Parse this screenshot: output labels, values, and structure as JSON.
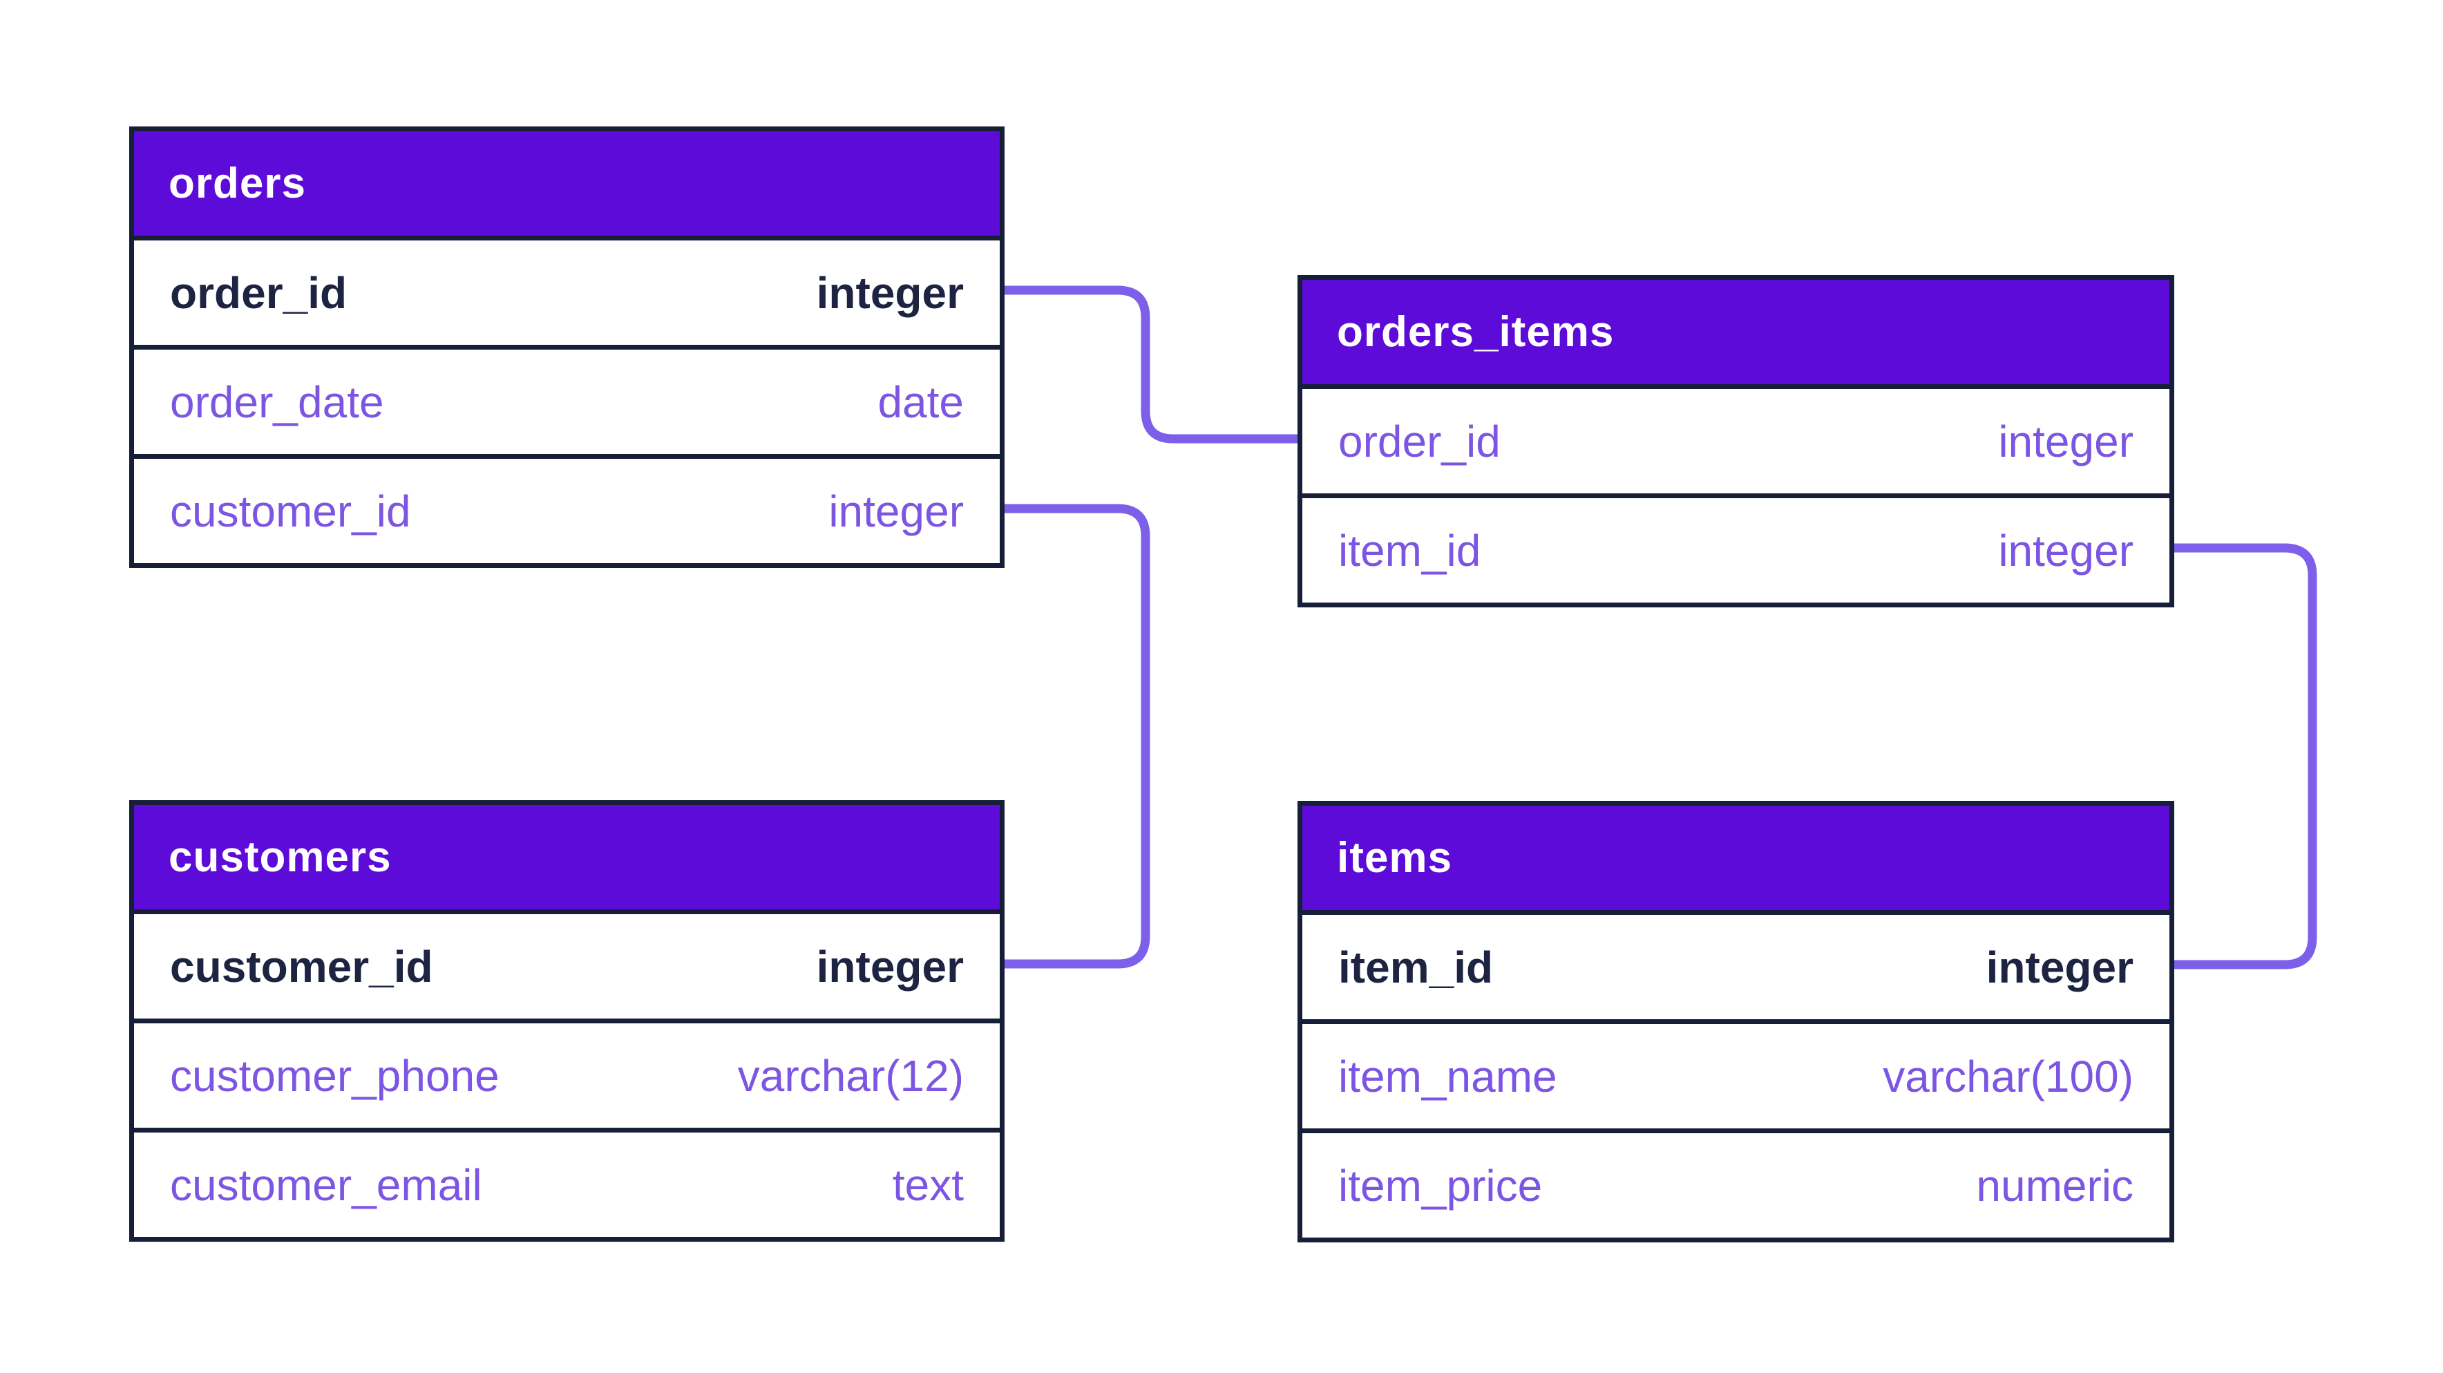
{
  "diagram": {
    "tables": [
      {
        "name": "orders",
        "columns": [
          {
            "name": "order_id",
            "type": "integer",
            "key": true
          },
          {
            "name": "order_date",
            "type": "date",
            "key": false
          },
          {
            "name": "customer_id",
            "type": "integer",
            "key": false
          }
        ]
      },
      {
        "name": "orders_items",
        "columns": [
          {
            "name": "order_id",
            "type": "integer",
            "key": false
          },
          {
            "name": "item_id",
            "type": "integer",
            "key": false
          }
        ]
      },
      {
        "name": "customers",
        "columns": [
          {
            "name": "customer_id",
            "type": "integer",
            "key": true
          },
          {
            "name": "customer_phone",
            "type": "varchar(12)",
            "key": false
          },
          {
            "name": "customer_email",
            "type": "text",
            "key": false
          }
        ]
      },
      {
        "name": "items",
        "columns": [
          {
            "name": "item_id",
            "type": "integer",
            "key": true
          },
          {
            "name": "item_name",
            "type": "varchar(100)",
            "key": false
          },
          {
            "name": "item_price",
            "type": "numeric",
            "key": false
          }
        ]
      }
    ],
    "relationships": [
      {
        "from": "orders.order_id",
        "to": "orders_items.order_id"
      },
      {
        "from": "orders.customer_id",
        "to": "customers.customer_id"
      },
      {
        "from": "orders_items.item_id",
        "to": "items.item_id"
      }
    ],
    "colors": {
      "background": "#ffffff",
      "header_bg": "#5d0bd8",
      "header_text": "#ffffff",
      "border": "#171e38",
      "key_field_text": "#1d2442",
      "field_text": "#7c55e3",
      "connector": "#7d5fe9"
    }
  }
}
